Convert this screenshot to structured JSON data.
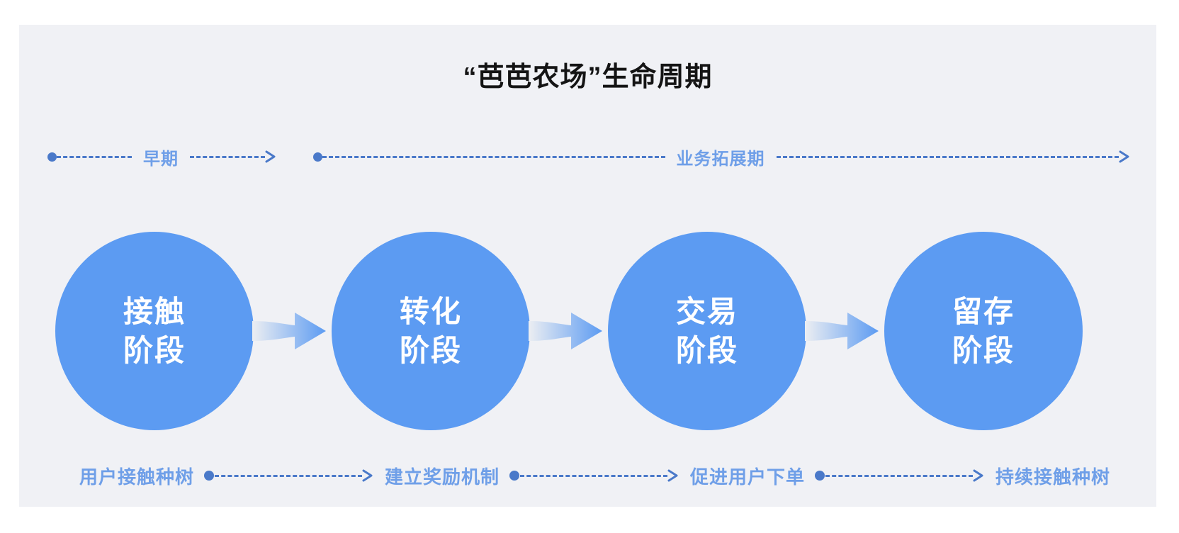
{
  "panel": {
    "background_color": "#f0f1f5",
    "page_background_color": "#ffffff"
  },
  "header": {
    "title": "“芭芭农场”生命周期"
  },
  "colors": {
    "circle_fill": "#5c9bf2",
    "label_blue": "#6f9fe8",
    "line_blue": "#4a79c9",
    "title_color": "#141414",
    "arrow_gradient_start": "#eceef2",
    "arrow_gradient_end": "#5c9bf2"
  },
  "phases": [
    {
      "label": "早期",
      "dot_icon": "timeline-dot-icon",
      "arrow_icon": "chevron-right-arrow-icon"
    },
    {
      "label": "业务拓展期",
      "dot_icon": "timeline-dot-icon",
      "arrow_icon": "chevron-right-arrow-icon"
    }
  ],
  "stages": [
    {
      "line1": "接触",
      "line2": "阶段"
    },
    {
      "line1": "转化",
      "line2": "阶段"
    },
    {
      "line1": "交易",
      "line2": "阶段"
    },
    {
      "line1": "留存",
      "line2": "阶段"
    }
  ],
  "stage_arrows": [
    {
      "icon": "gradient-right-arrow-icon"
    },
    {
      "icon": "gradient-right-arrow-icon"
    },
    {
      "icon": "gradient-right-arrow-icon"
    }
  ],
  "steps": [
    {
      "label": "用户接触种树"
    },
    {
      "label": "建立奖励机制"
    },
    {
      "label": "促进用户下单"
    },
    {
      "label": "持续接触种树"
    }
  ],
  "step_connectors": [
    {
      "dot_icon": "step-dot-icon",
      "arrow_icon": "chevron-right-arrow-icon"
    },
    {
      "dot_icon": "step-dot-icon",
      "arrow_icon": "chevron-right-arrow-icon"
    },
    {
      "dot_icon": "step-dot-icon",
      "arrow_icon": "chevron-right-arrow-icon"
    }
  ]
}
